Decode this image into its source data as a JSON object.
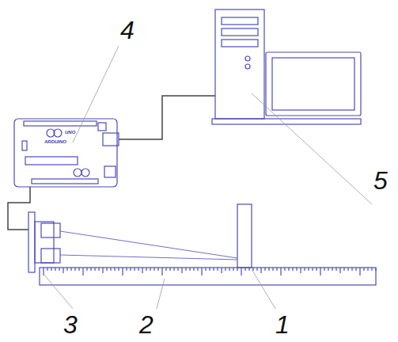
{
  "diagram": {
    "labels": [
      "4",
      "5",
      "3",
      "2",
      "1",
      "ARDUINO",
      "UNO"
    ]
  }
}
